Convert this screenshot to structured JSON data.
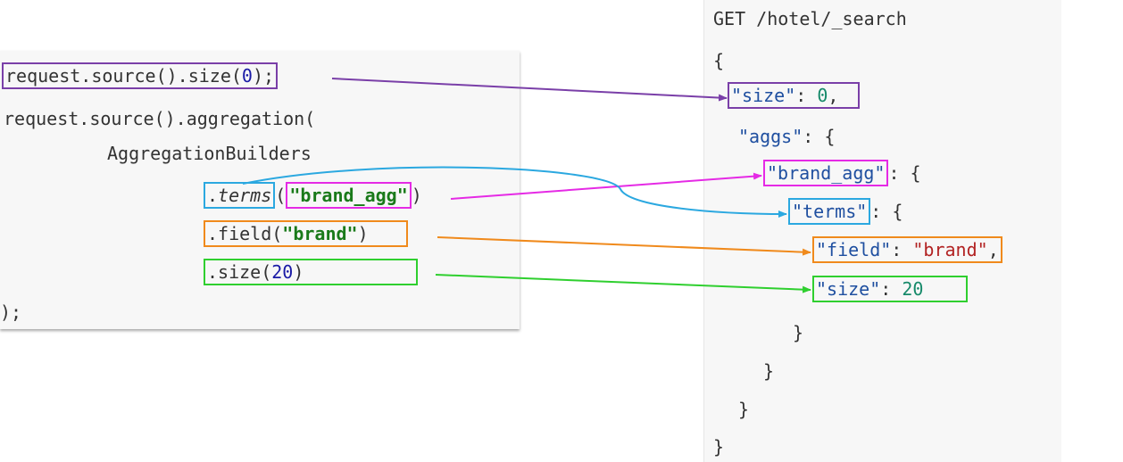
{
  "java_code": {
    "line1": "request.source().size(",
    "line1_num": "0",
    "line1_end": ");",
    "line2": "request.source().aggregation(",
    "line3": "AggregationBuilders",
    "line4_dot": ".",
    "line4_method": "terms",
    "line4_open": "(",
    "line4_arg": "\"brand_agg\"",
    "line4_close": ")",
    "line5_method": ".field(",
    "line5_arg": "\"brand\"",
    "line5_close": ")",
    "line6_method": ".size(",
    "line6_num": "20",
    "line6_close": ")",
    "line7": ");"
  },
  "json_query": {
    "request": "GET /hotel/_search",
    "open_brace": "{",
    "size_key": "\"size\"",
    "size_sep": ": ",
    "size_val": "0",
    "size_comma": ",",
    "aggs_key": "\"aggs\"",
    "aggs_sep": ": {",
    "brand_agg_key": "\"brand_agg\"",
    "brand_agg_sep": ": {",
    "terms_key": "\"terms\"",
    "terms_sep": ": {",
    "field_key": "\"field\"",
    "field_sep": ": ",
    "field_val": "\"brand\"",
    "field_comma": ",",
    "inner_size_key": "\"size\"",
    "inner_size_sep": ": ",
    "inner_size_val": "20",
    "close1": "}",
    "close2": "}",
    "close3": "}",
    "close4": "}"
  },
  "colors": {
    "purple": "#7a3fa8",
    "blue": "#2ba8e0",
    "magenta": "#e52ae5",
    "orange": "#f08a1c",
    "green": "#2fcf2f"
  }
}
